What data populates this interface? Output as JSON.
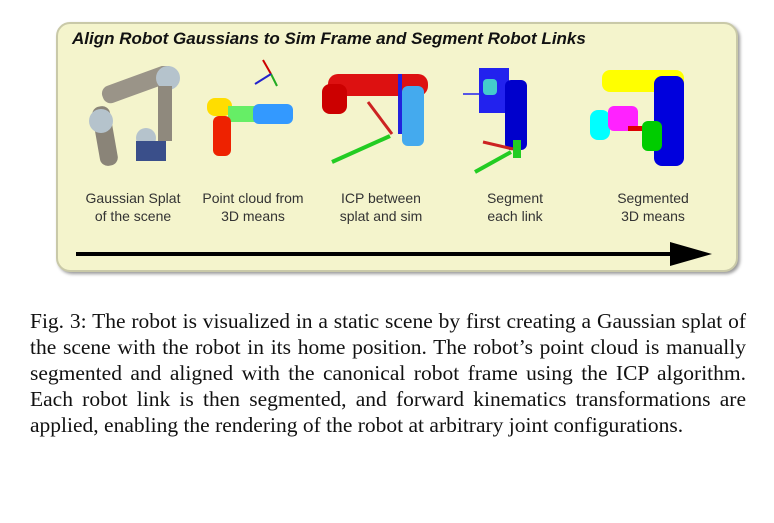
{
  "figure": {
    "title": "Align Robot Gaussians to Sim Frame and Segment Robot Links",
    "steps": [
      {
        "line1": "Gaussian Splat",
        "line2": "of the scene",
        "icon": "robot-arm-photo"
      },
      {
        "line1": "Point cloud from",
        "line2": "3D means",
        "icon": "point-cloud"
      },
      {
        "line1": "ICP between",
        "line2": "splat and sim",
        "icon": "icp-alignment"
      },
      {
        "line1": "Segment",
        "line2": "each link",
        "icon": "segment-links"
      },
      {
        "line1": "Segmented",
        "line2": "3D means",
        "icon": "segmented-cloud"
      }
    ],
    "colors": {
      "panel": "#f4f4cc",
      "arrow": "#000000"
    }
  },
  "caption": "Fig. 3: The robot is visualized in a static scene by first creating a Gaussian splat of the scene with the robot in its home position. The robot’s point cloud is manually segmented and aligned with the canonical robot frame using the ICP algorithm. Each robot link is then segmented, and forward kinematics transformations are applied, enabling the rendering of the robot at arbitrary joint configurations."
}
